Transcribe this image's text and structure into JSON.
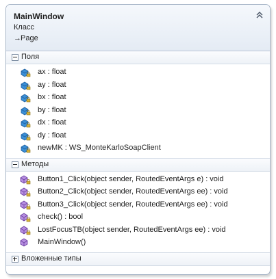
{
  "class": {
    "name": "MainWindow",
    "stereotype": "Класс",
    "base_arrow": "→",
    "base": "Page"
  },
  "sections": {
    "fields": {
      "label": "Поля",
      "items": [
        "ax : float",
        "ay : float",
        "bx : float",
        "by : float",
        "dx : float",
        "dy : float",
        "newMK : WS_MonteKarloSoapClient"
      ]
    },
    "methods": {
      "label": "Методы",
      "items": [
        "Button1_Click(object sender, RoutedEventArgs e) : void",
        "Button2_Click(object sender, RoutedEventArgs ee) : void",
        "Button3_Click(object sender, RoutedEventArgs ee) : void",
        "check() : bool",
        "LostFocusTB(object sender, RoutedEventArgs ee) : void",
        "MainWindow()"
      ]
    },
    "nested": {
      "label": "Вложенные типы"
    }
  },
  "colors": {
    "field_icon": "#2a7fc9",
    "method_icon": "#8a5bbf",
    "lock": "#c9a227"
  }
}
